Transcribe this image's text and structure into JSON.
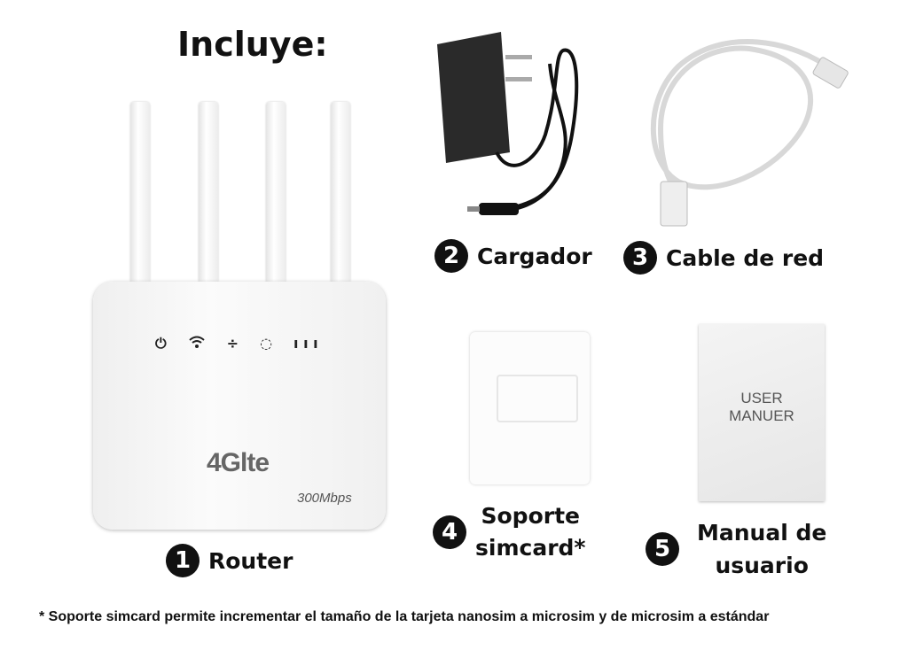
{
  "heading": "Incluye:",
  "items": [
    {
      "number": "1",
      "label": "Router"
    },
    {
      "number": "2",
      "label": "Cargador"
    },
    {
      "number": "3",
      "label": "Cable de red"
    },
    {
      "number": "4",
      "label_line1": "Soporte",
      "label_line2": "simcard*"
    },
    {
      "number": "5",
      "label_line1": "Manual de",
      "label_line2": "usuario"
    }
  ],
  "router": {
    "brand": "4Glte",
    "speed": "300Mbps"
  },
  "manual": {
    "line1": "USER",
    "line2": "MANUER"
  },
  "footnote": "* Soporte simcard permite incrementar el tamaño de la tarjeta nanosim a microsim y de microsim a estándar"
}
